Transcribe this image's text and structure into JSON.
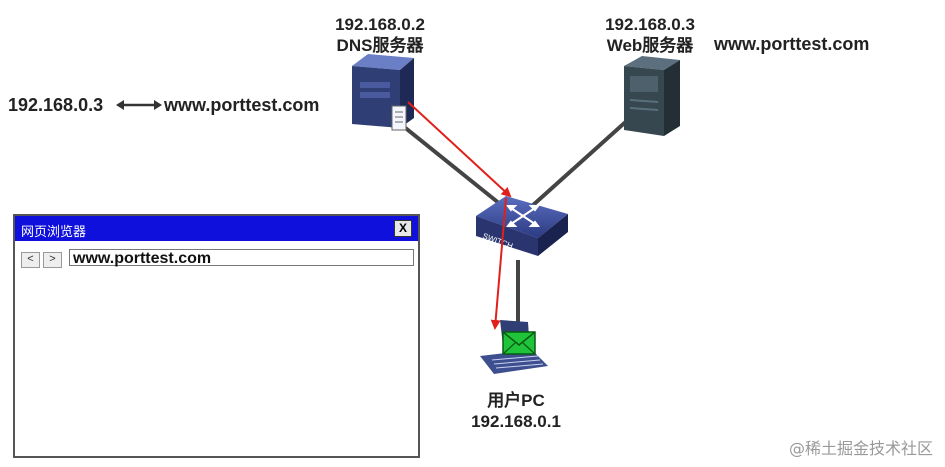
{
  "dns_server": {
    "ip": "192.168.0.2",
    "name": "DNS服务器"
  },
  "web_server": {
    "ip": "192.168.0.3",
    "name": "Web服务器",
    "domain": "www.porttest.com"
  },
  "dns_record": {
    "ip": "192.168.0.3",
    "domain": "www.porttest.com"
  },
  "switch": {
    "label": "SWITCH"
  },
  "user_pc": {
    "name": "用户PC",
    "ip": "192.168.0.1"
  },
  "browser": {
    "title": "网页浏览器",
    "close_label": "X",
    "back_label": "<",
    "forward_label": ">",
    "address": "www.porttest.com"
  },
  "watermark": "@稀土掘金技术社区",
  "colors": {
    "titlebar": "#1010dd",
    "arrow": "#e0201a",
    "link": "#444444",
    "device": "#2f3f75",
    "mail": "#1fc43a"
  }
}
